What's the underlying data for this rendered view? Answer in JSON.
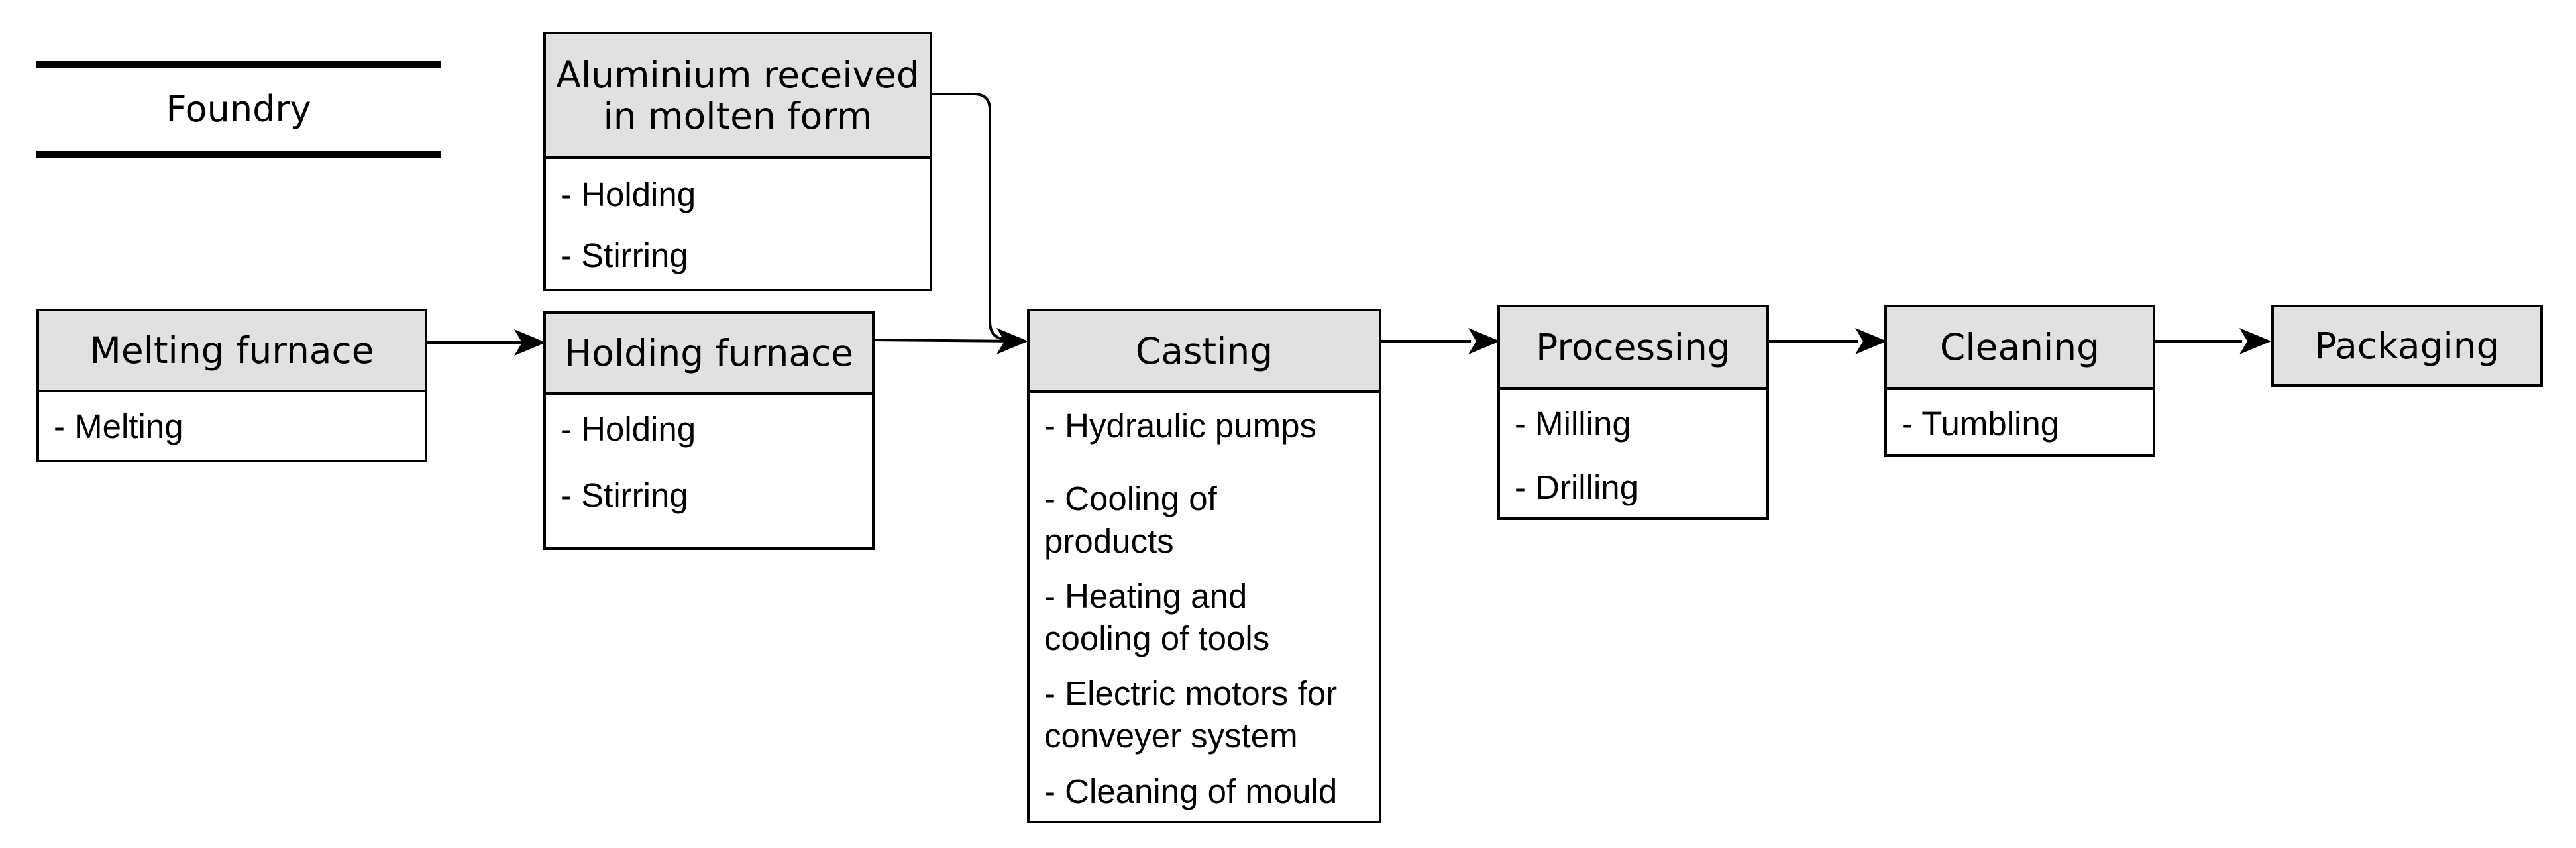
{
  "legend": {
    "label": "Foundry"
  },
  "boxes": {
    "aluminium": {
      "title_line1": "Aluminium received",
      "title_line2": "in molten form",
      "items": [
        "- Holding",
        "- Stirring"
      ]
    },
    "melting": {
      "title": "Melting furnace",
      "items": [
        "- Melting"
      ]
    },
    "holding": {
      "title": "Holding furnace",
      "items": [
        "- Holding",
        "- Stirring"
      ]
    },
    "casting": {
      "title": "Casting",
      "items": [
        "- Hydraulic pumps",
        "- Cooling of",
        "products",
        "- Heating and",
        "cooling of tools",
        "- Electric motors for",
        "conveyer system",
        "- Cleaning of mould"
      ]
    },
    "processing": {
      "title": "Processing",
      "items": [
        "- Milling",
        "- Drilling"
      ]
    },
    "cleaning": {
      "title": "Cleaning",
      "items": [
        "- Tumbling"
      ]
    },
    "packaging": {
      "title": "Packaging"
    }
  },
  "colors": {
    "header_fill": "#e1e1e1",
    "stroke": "#000000"
  }
}
